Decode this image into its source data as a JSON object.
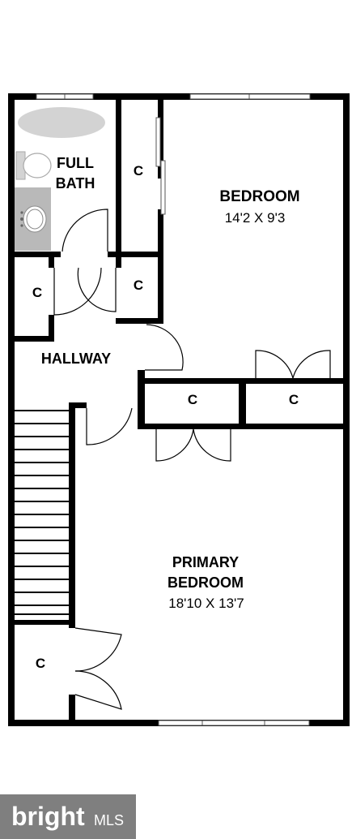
{
  "rooms": {
    "full_bath": {
      "line1": "FULL",
      "line2": "BATH"
    },
    "bedroom": {
      "name": "BEDROOM",
      "dims": "14'2 X 9'3"
    },
    "hallway": {
      "name": "HALLWAY"
    },
    "primary_bedroom": {
      "line1": "PRIMARY",
      "line2": "BEDROOM",
      "dims": "18'10 X 13'7"
    },
    "closet_label": "C"
  },
  "watermark": {
    "brand": "bright",
    "suffix": "MLS"
  }
}
